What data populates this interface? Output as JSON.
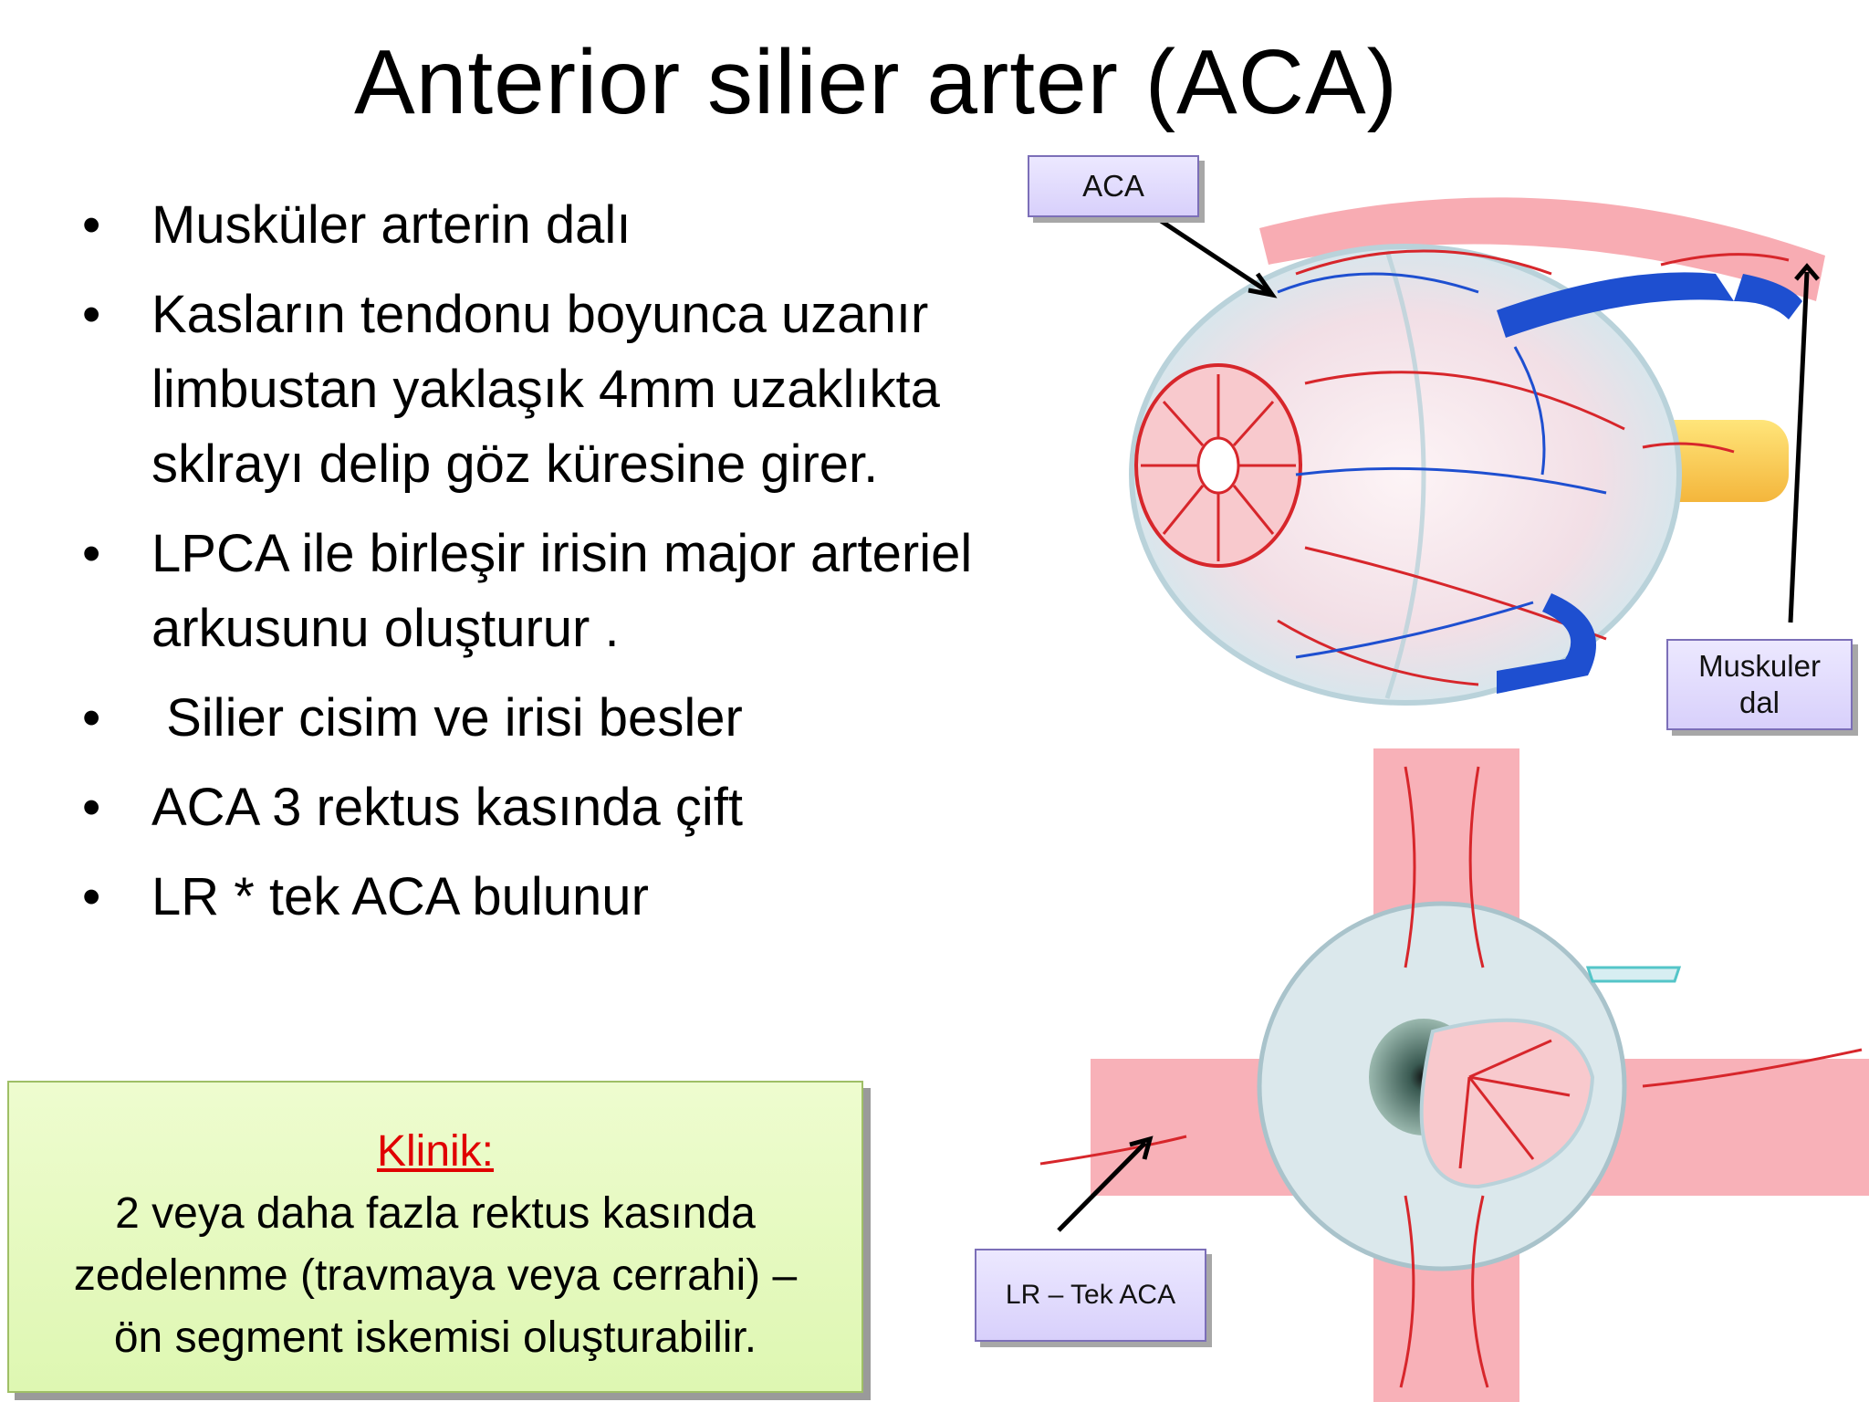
{
  "title": "Anterior silier arter (ACA)",
  "bullets": [
    {
      "symbol": "•",
      "lines": [
        "Musküler arterin dalı"
      ]
    },
    {
      "symbol": "•",
      "lines": [
        "Kasların tendonu boyunca uzanır",
        "limbustan yaklaşık 4mm uzaklıkta",
        "sklrayı delip göz küresine girer."
      ]
    },
    {
      "symbol": "•",
      "lines": [
        "LPCA ile birleşir irisin major arteriel",
        "arkusunu oluşturur ."
      ]
    },
    {
      "symbol": "•",
      "lines": [
        " Silier cisim ve irisi besler"
      ]
    },
    {
      "symbol": "•",
      "lines": [
        "ACA 3 rektus kasında çift"
      ]
    },
    {
      "symbol": "•",
      "lines": [
        "LR * tek ACA bulunur"
      ]
    }
  ],
  "clinic": {
    "heading": "Klinik:",
    "lines": [
      "2 veya daha fazla rektus kasında",
      "zedelenme (travmaya veya cerrahi) –",
      "ön segment iskemisi oluşturabilir."
    ]
  },
  "callouts": {
    "aca": "ACA",
    "muskuler_line1": "Muskuler",
    "muskuler_line2": "dal",
    "lr": "LR – Tek ACA"
  },
  "colors": {
    "artery": "#d7262b",
    "vein": "#1e4fd0",
    "muscle": "#f7a3ab",
    "callout_fill": "#ddd6fc",
    "clinic_fill": "#e4f8bd",
    "clinic_heading": "#e00000"
  }
}
